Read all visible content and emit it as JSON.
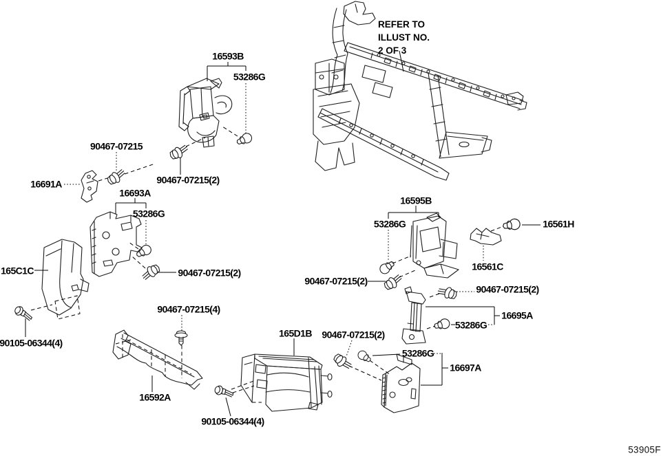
{
  "figure": {
    "code": "53905F",
    "note_lines": [
      "REFER TO",
      "ILLUST NO.",
      "2 OF 3"
    ]
  },
  "parts": {
    "p16593B": "16593B",
    "p16691A": "16691A",
    "p16693A": "16693A",
    "p165C1C": "165C1C",
    "p16592A": "16592A",
    "p165D1B": "165D1B",
    "p16595B": "16595B",
    "p16561H": "16561H",
    "p16561C": "16561C",
    "p16695A": "16695A",
    "p16697A": "16697A"
  },
  "fasteners": {
    "bolt": "90467-07215",
    "bolt_x2": "90467-07215(2)",
    "bolt_x4": "90467-07215(4)",
    "screw_x4": "90105-06344(4)",
    "clip": "53286G"
  },
  "colors": {
    "line": "#1c1c1c",
    "background": "#ffffff",
    "text": "#000000"
  }
}
